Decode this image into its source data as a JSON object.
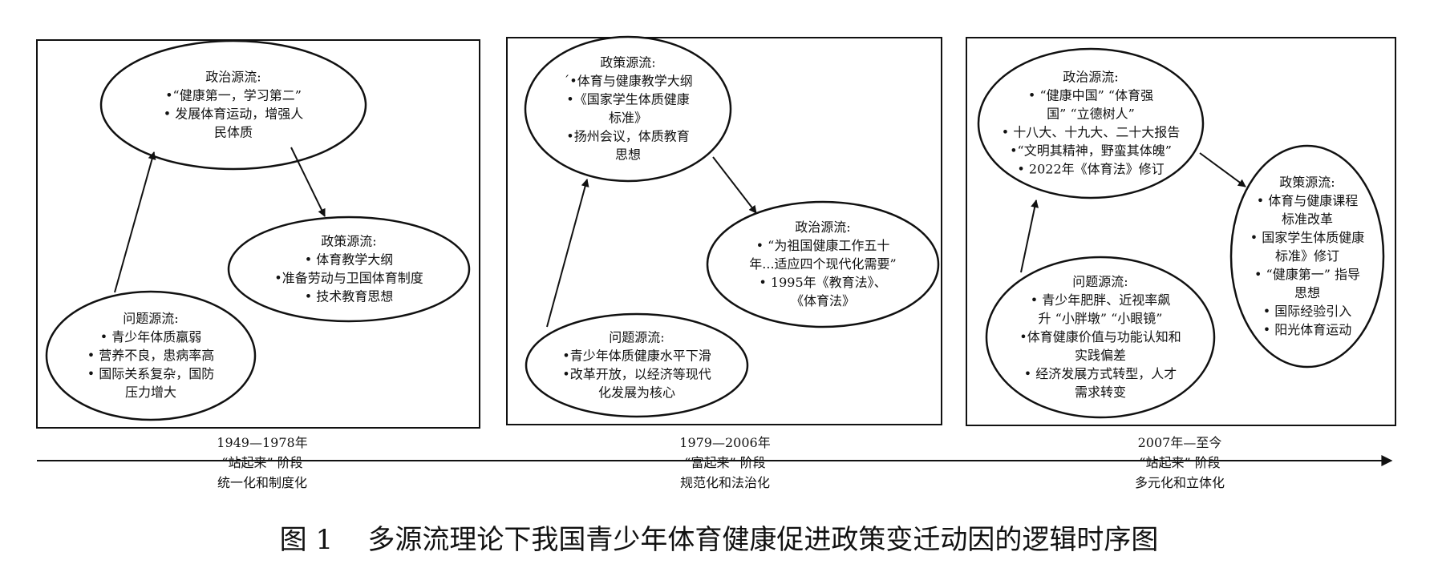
{
  "panels": [
    {
      "nodes": [
        {
          "lines": [
            "政治源流:",
            "•“健康第一，学习第二”",
            "• 发展体育运动，增强人",
            "民体质"
          ]
        },
        {
          "lines": [
            "政策源流:",
            "• 体育教学大纲",
            "•准备劳动与卫国体育制度",
            "• 技术教育思想"
          ]
        },
        {
          "lines": [
            "问题源流:",
            "• 青少年体质羸弱",
            "• 营养不良，患病率高",
            "• 国际关系复杂，国防",
            "压力增大"
          ]
        }
      ]
    },
    {
      "nodes": [
        {
          "lines": [
            "政策源流:",
            "´•体育与健康教学大纲",
            "•《国家学生体质健康",
            "标准》",
            "•扬州会议，体质教育",
            "思想"
          ]
        },
        {
          "lines": [
            "政治源流:",
            "• “为祖国健康工作五十",
            "年...适应四个现代化需要”",
            "• 1995年《教育法》、",
            "《体育法》"
          ]
        },
        {
          "lines": [
            "问题源流:",
            "•青少年体质健康水平下滑",
            "•改革开放，以经济等现代",
            "化发展为核心"
          ]
        }
      ]
    },
    {
      "nodes": [
        {
          "lines": [
            "政治源流:",
            "• “健康中国” “体育强",
            "国” “立德树人”",
            "• 十八大、十九大、二十大报告",
            "•“文明其精神，野蛮其体魄”",
            "• 2022年《体育法》修订"
          ]
        },
        {
          "lines": [
            "政策源流:",
            "• 体育与健康课程",
            "标准改革",
            "• 国家学生体质健康",
            "标准》修订",
            "• “健康第一” 指导",
            "思想",
            "• 国际经验引入",
            "• 阳光体育运动"
          ]
        },
        {
          "lines": [
            "问题源流:",
            "• 青少年肥胖、近视率飙",
            "升 “小胖墩” “小眼镜”",
            "•体育健康价值与功能认知和",
            "实践偏差",
            "•  经济发展方式转型，人才",
            "需求转变"
          ]
        }
      ]
    }
  ],
  "timeline": [
    {
      "lines": [
        "1949—1978年",
        "“站起来” 阶段",
        "统一化和制度化"
      ]
    },
    {
      "lines": [
        "1979—2006年",
        "“富起来” 阶段",
        "规范化和法治化"
      ]
    },
    {
      "lines": [
        "2007年—至今",
        "“站起来” 阶段",
        "多元化和立体化"
      ]
    }
  ],
  "caption": "图 1    多源流理论下我国青少年体育健康促进政策变迁动因的逻辑时序图"
}
